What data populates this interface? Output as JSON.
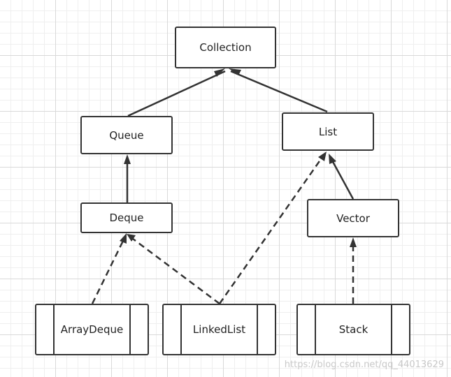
{
  "nodes": {
    "collection": "Collection",
    "queue": "Queue",
    "list": "List",
    "deque": "Deque",
    "vector": "Vector",
    "arraydeque": "ArrayDeque",
    "linkedlist": "LinkedList",
    "stack": "Stack"
  },
  "edges": [
    {
      "from": "queue",
      "to": "collection",
      "style": "solid"
    },
    {
      "from": "list",
      "to": "collection",
      "style": "solid"
    },
    {
      "from": "deque",
      "to": "queue",
      "style": "solid"
    },
    {
      "from": "vector",
      "to": "list",
      "style": "solid"
    },
    {
      "from": "arraydeque",
      "to": "deque",
      "style": "dashed"
    },
    {
      "from": "linkedlist",
      "to": "deque",
      "style": "dashed"
    },
    {
      "from": "linkedlist",
      "to": "list",
      "style": "dashed"
    },
    {
      "from": "stack",
      "to": "vector",
      "style": "dashed"
    }
  ],
  "colors": {
    "line": "#333333",
    "watermark": "#c9c9c9"
  },
  "watermark": "https://blog.csdn.net/qq_44013629"
}
